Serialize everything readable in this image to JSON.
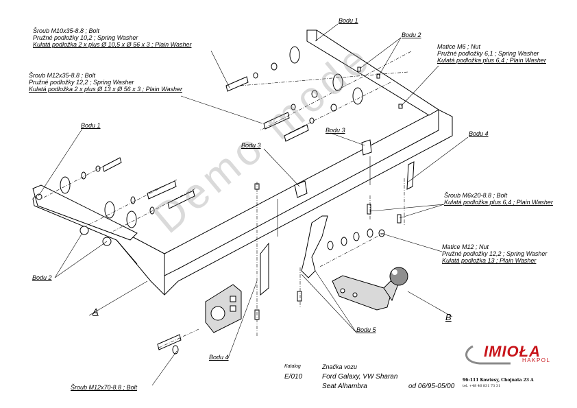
{
  "labels": {
    "bodu1_top": "Bodu 1",
    "bodu2_top": "Bodu 2",
    "bodu1_left": "Bodu 1",
    "bodu3_mid": "Bodu 3",
    "bodu3_center": "Bodu 3",
    "bodu4_right": "Bodu 4",
    "bodu2_left": "Bodu 2",
    "bodu4_bottom": "Bodu 4",
    "bodu5": "Bodu 5",
    "letter_a": "A",
    "letter_b": "B"
  },
  "callouts": {
    "m10": [
      "Šroub M10x35-8.8 ;  Bolt",
      "Pružné podložky  10,2 ; Spring Washer",
      "Kulatá podložka 2 x plus  Ø 10,5 x  Ø 56 x 3 ; Plain Washer"
    ],
    "m12": [
      "Šroub M12x35-8.8 ;  Bolt",
      "Pružné podložky  12,2 ; Spring Washer",
      "Kulatá podložka 2 x plus  Ø 13 x  Ø 56 x 3 ; Plain Washer"
    ],
    "m6nut": [
      "Matice  M6 ; Nut",
      "Pružné podložky  6,1 ; Spring Washer",
      "Kulatá podložka plus 6,4 ; Plain Washer"
    ],
    "m6bolt": [
      "Šroub M6x20-8.8 ;  Bolt",
      "Kulatá podložka plus 6,4 ; Plain Washer"
    ],
    "m12nut": [
      "Matice  M12 ; Nut",
      "Pružné podložky  12,2 ; Spring Washer",
      "Kulatá podložka  13 ; Plain Washer"
    ],
    "m12x70": "Šroub M12x70-8.8 ;  Bolt"
  },
  "info": {
    "katalog_label": "Katalog",
    "katalog_value": "E/010",
    "znacka_label": "Značka vozu",
    "cars_line1": "Ford Galaxy, VW Sharan",
    "cars_line2": "Seat Alhambra",
    "period": "od  06/95-05/00"
  },
  "brand": {
    "logo": "IMIOŁA",
    "sub": "HAKPOL",
    "address": "96-111 Kowiesy, Chojnata 23 A",
    "tel": "tel. +48 46 831 73 31",
    "color": "#c8151b"
  },
  "watermark": "Demo mode"
}
